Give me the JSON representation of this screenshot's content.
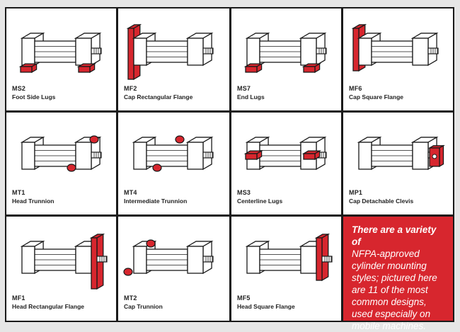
{
  "colors": {
    "accent": "#d7262e",
    "line": "#1a1a1a",
    "body": "#ffffff"
  },
  "cells": [
    {
      "code": "MS2",
      "label": "Foot Side Lugs",
      "mount": "foot-lugs"
    },
    {
      "code": "MF2",
      "label": "Cap Rectangular Flange",
      "mount": "rear-rect-flange"
    },
    {
      "code": "MS7",
      "label": "End Lugs",
      "mount": "end-lugs"
    },
    {
      "code": "MF6",
      "label": "Cap Square Flange",
      "mount": "rear-square-flange"
    },
    {
      "code": "MT1",
      "label": "Head Trunnion",
      "mount": "head-trunnion"
    },
    {
      "code": "MT4",
      "label": "Intermediate Trunnion",
      "mount": "mid-trunnion"
    },
    {
      "code": "MS3",
      "label": "Centerline Lugs",
      "mount": "centerline-lugs"
    },
    {
      "code": "MP1",
      "label": "Cap Detachable Clevis",
      "mount": "clevis"
    },
    {
      "code": "MF1",
      "label": "Head Rectangular Flange",
      "mount": "front-rect-flange"
    },
    {
      "code": "MT2",
      "label": "Cap Trunnion",
      "mount": "cap-trunnion"
    },
    {
      "code": "MF5",
      "label": "Head Square Flange",
      "mount": "front-square-flange"
    }
  ],
  "callout": {
    "lead": "There are a variety of",
    "body": "NFPA-approved cylinder mounting styles; pictured here are 11 of the most common designs, used especially on mobile machines."
  }
}
